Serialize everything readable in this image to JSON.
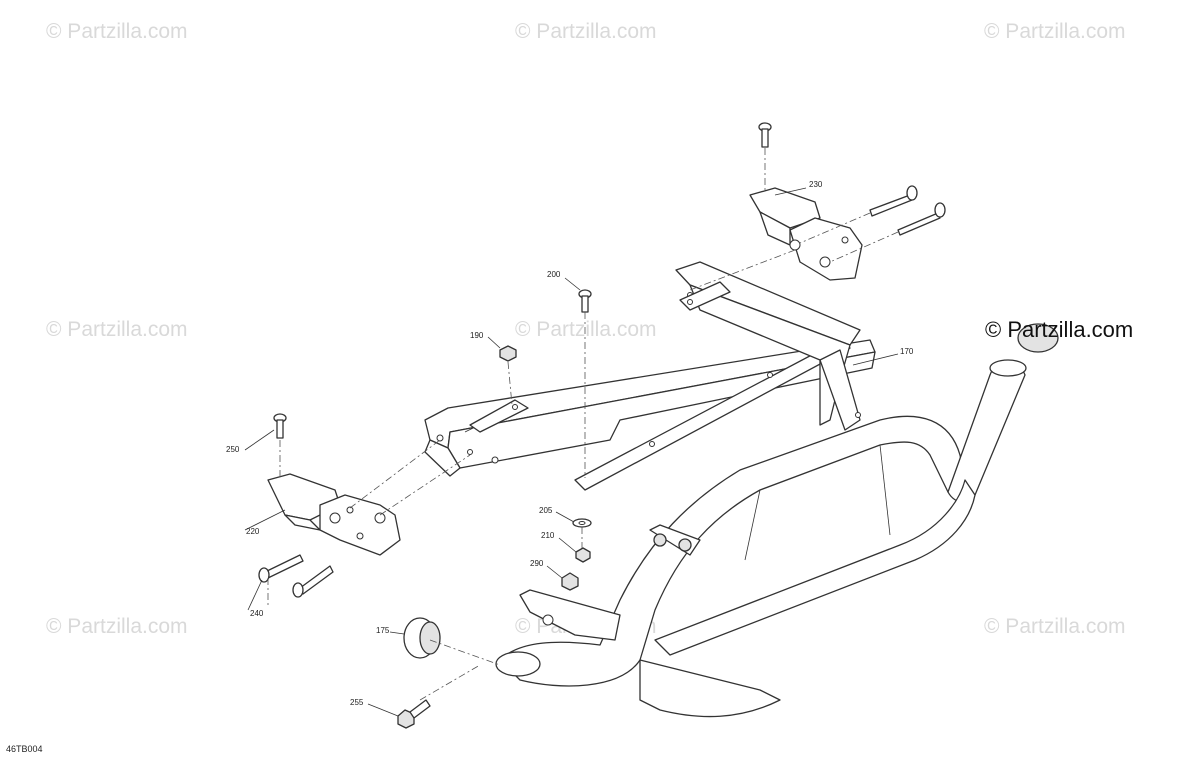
{
  "watermarks": [
    "© Partzilla.com",
    "© Partzilla.com",
    "© Partzilla.com",
    "© Partzilla.com",
    "© Partzilla.com",
    "© Partzilla.com",
    "© Partzilla.com",
    "© Partzilla.com"
  ],
  "brand_watermark": "© Partzilla.com",
  "callouts": {
    "c170": "170",
    "c175": "175",
    "c190": "190",
    "c200": "200",
    "c205": "205",
    "c210": "210",
    "c220": "220",
    "c230": "230",
    "c240": "240",
    "c250": "250",
    "c255": "255",
    "c290": "290"
  },
  "diagram_code": "46TB004"
}
